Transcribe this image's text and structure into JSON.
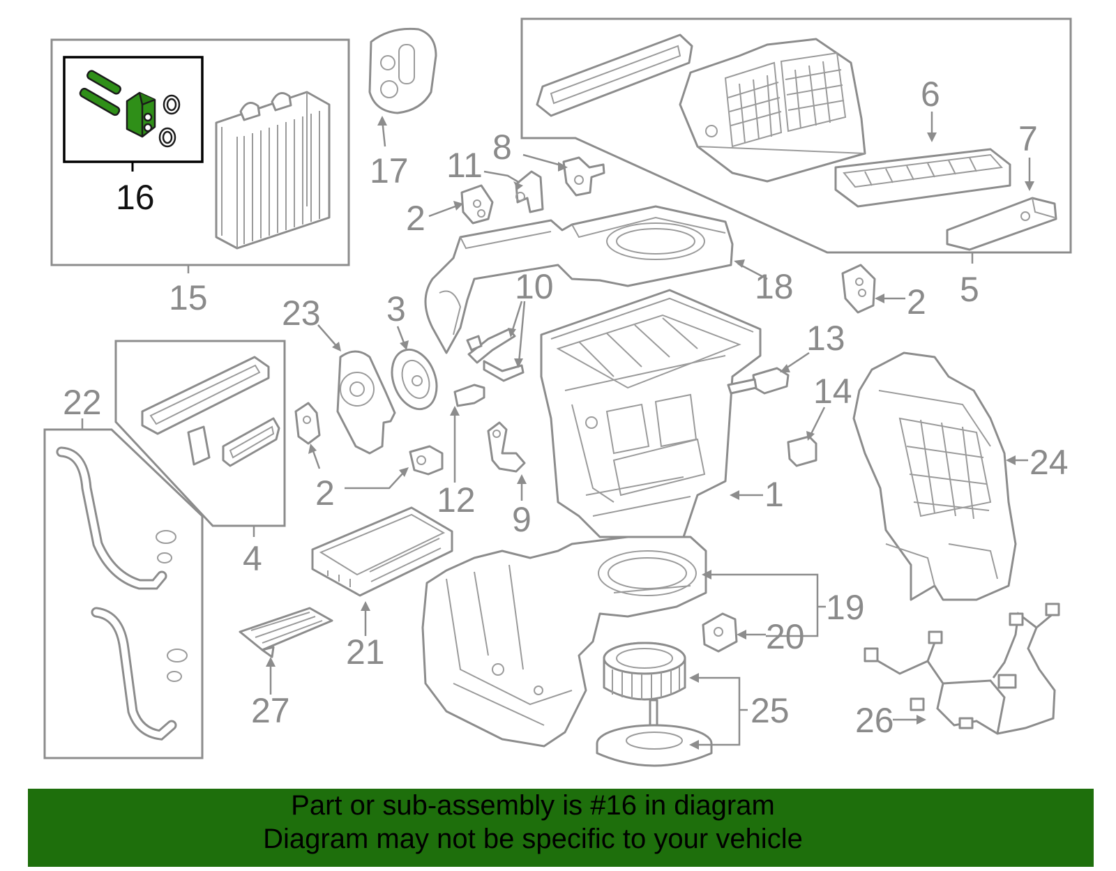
{
  "colors": {
    "banner_bg": "#1e6f0c",
    "highlight_part": "#2f8f18",
    "line_art": "#8c8c8c",
    "highlight_text": "#111111"
  },
  "callouts": {
    "c1": "1",
    "c2a": "2",
    "c2b": "2",
    "c2c": "2",
    "c2d": "2",
    "c3": "3",
    "c4": "4",
    "c5": "5",
    "c6": "6",
    "c7": "7",
    "c8": "8",
    "c9": "9",
    "c10": "10",
    "c11": "11",
    "c12": "12",
    "c13": "13",
    "c14": "14",
    "c15": "15",
    "c16": "16",
    "c17": "17",
    "c18": "18",
    "c19": "19",
    "c20": "20",
    "c21": "21",
    "c22": "22",
    "c23": "23",
    "c24": "24",
    "c25": "25",
    "c26": "26",
    "c27": "27"
  },
  "banner": {
    "line1": "Part or sub-assembly is #16 in diagram",
    "line2": "Diagram may not be specific to your vehicle"
  }
}
